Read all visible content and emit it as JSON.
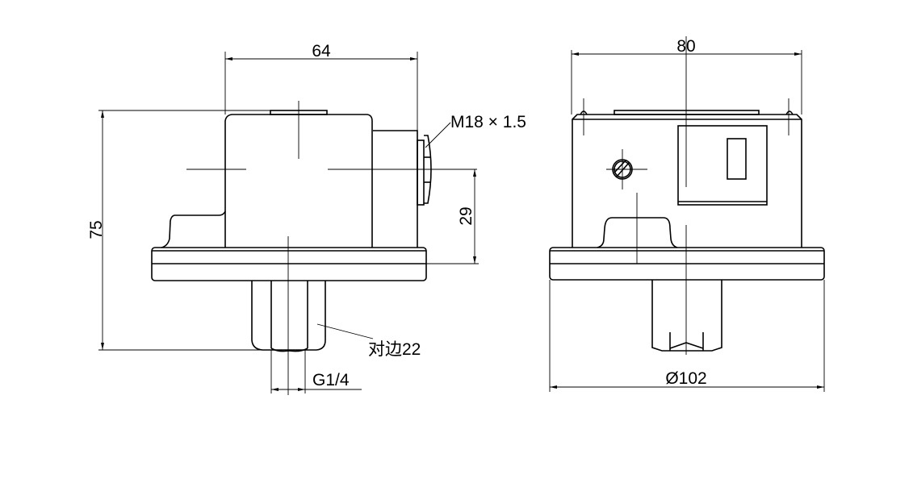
{
  "side_view": {
    "width_dim": "64",
    "height_dim": "75",
    "port_height_dim": "29",
    "thread_label": "M18 × 1.5",
    "hex_label": "对边22",
    "connection_label": "G1/4"
  },
  "front_view": {
    "width_dim": "80",
    "flange_diameter_dim": "Ø102"
  }
}
